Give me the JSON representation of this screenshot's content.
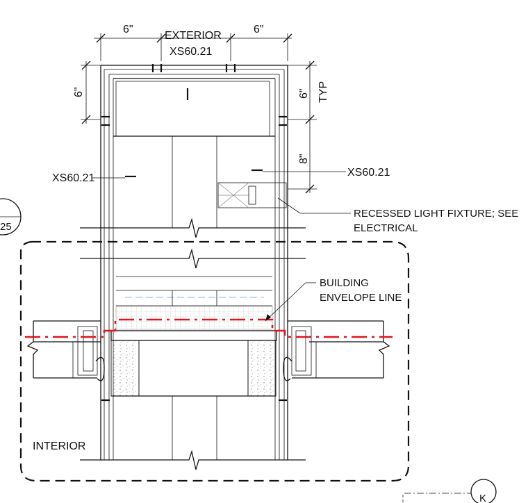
{
  "drawing": {
    "labels": {
      "exterior": "EXTERIOR",
      "interior": "INTERIOR",
      "tag_top": "XS60.21",
      "tag_left": "XS60.21",
      "tag_right": "XS60.21",
      "fixture_line1": "RECESSED LIGHT FIXTURE; SEE",
      "fixture_line2": "ELECTRICAL",
      "envelope_line1": "BUILDING",
      "envelope_line2": "ENVELOPE LINE"
    },
    "dimensions": {
      "top_left": "6\"",
      "top_right": "6\"",
      "left_vertical": "6\"",
      "right_vertical": "6\"",
      "right_typ": "TYP",
      "right_lower": "8\""
    },
    "callouts": {
      "detail_sheet": "25",
      "grid_bubble": "K"
    },
    "colors": {
      "line": "#111111",
      "envelope": "#e0141a",
      "hidden": "#6a9fd8",
      "hatch": "#bdbdbd"
    }
  }
}
